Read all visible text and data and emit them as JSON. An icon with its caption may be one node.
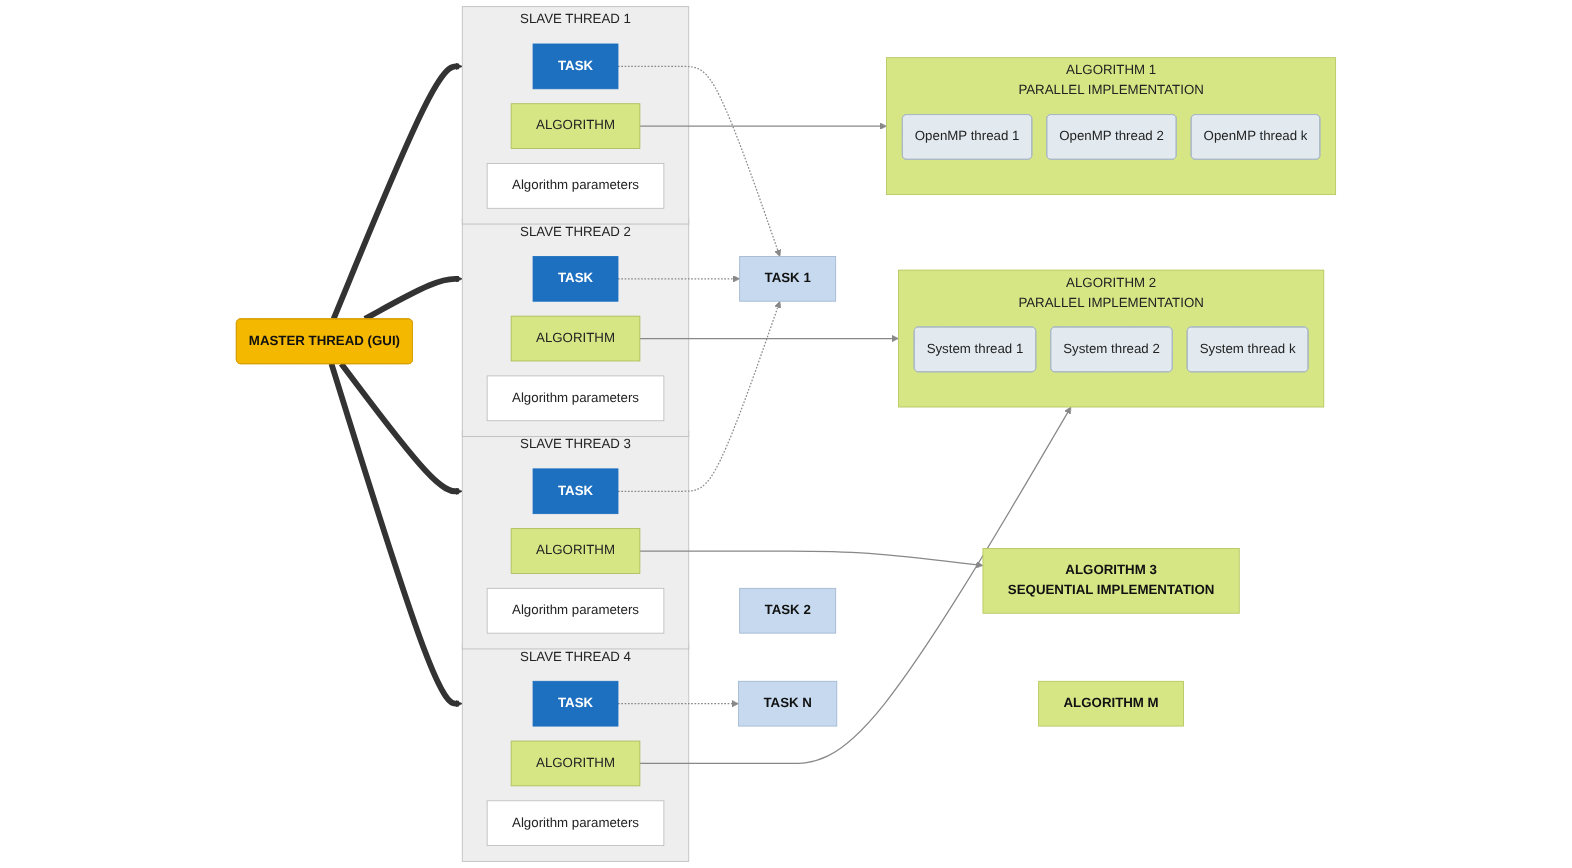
{
  "diagram": {
    "nodes": [
      {
        "text": [
          "MASTER THREAD (GUI)"
        ]
      },
      {
        "text": [
          "SLAVE THREAD 1"
        ]
      },
      {
        "text": [
          "TASK"
        ],
        "in": 1
      },
      {
        "text": [
          "ALGORITHM"
        ],
        "in": 1
      },
      {
        "text": [
          "Algorithm parameters"
        ],
        "in": 1
      },
      {
        "text": [
          "SLAVE THREAD 2"
        ]
      },
      {
        "text": [
          "TASK"
        ],
        "in": 5
      },
      {
        "text": [
          "ALGORITHM"
        ],
        "in": 5
      },
      {
        "text": [
          "Algorithm parameters"
        ],
        "in": 5
      },
      {
        "text": [
          "SLAVE THREAD 3"
        ]
      },
      {
        "text": [
          "TASK"
        ],
        "in": 9
      },
      {
        "text": [
          "ALGORITHM"
        ],
        "in": 9
      },
      {
        "text": [
          "Algorithm parameters"
        ],
        "in": 9
      },
      {
        "text": [
          "SLAVE THREAD 4"
        ]
      },
      {
        "text": [
          "TASK"
        ],
        "in": 13
      },
      {
        "text": [
          "ALGORITHM"
        ],
        "in": 13
      },
      {
        "text": [
          "Algorithm parameters"
        ],
        "in": 13
      },
      {
        "text": [
          "TASK 1"
        ]
      },
      {
        "text": [
          "TASK 2"
        ]
      },
      {
        "text": [
          "TASK N"
        ]
      },
      {
        "text": [
          "ALGORITHM 1",
          "PARALLEL IMPLEMENTATION"
        ]
      },
      {
        "text": [
          "OpenMP thread 1"
        ],
        "in": 20
      },
      {
        "text": [
          "OpenMP thread 2"
        ],
        "in": 20
      },
      {
        "text": [
          "OpenMP thread k"
        ],
        "in": 20
      },
      {
        "text": [
          "ALGORITHM 2",
          "PARALLEL IMPLEMENTATION"
        ]
      },
      {
        "text": [
          "System thread 1"
        ],
        "in": 24
      },
      {
        "text": [
          "System thread 2"
        ],
        "in": 24
      },
      {
        "text": [
          "System thread k"
        ],
        "in": 24
      },
      {
        "text": [
          "ALGORITHM 3",
          "SEQUENTIAL IMPLEMENTATION"
        ]
      },
      {
        "text": [
          "ALGORITHM M"
        ]
      }
    ],
    "edges": [
      {
        "from": 0,
        "to": 1,
        "arrow": "to",
        "style": "thick",
        "color": "#333333"
      },
      {
        "from": 0,
        "to": 5,
        "arrow": "to",
        "style": "thick",
        "color": "#333333"
      },
      {
        "from": 0,
        "to": 9,
        "arrow": "to",
        "style": "thick",
        "color": "#333333"
      },
      {
        "from": 0,
        "to": 13,
        "arrow": "to",
        "style": "thick",
        "color": "#333333"
      },
      {
        "from": 3,
        "to": 20,
        "arrow": "to"
      },
      {
        "from": 7,
        "to": 24,
        "arrow": "to"
      },
      {
        "from": 15,
        "to": 24,
        "arrow": "to"
      },
      {
        "from": 11,
        "to": 28,
        "arrow": "to"
      },
      {
        "from": 2,
        "to": 17,
        "arrow": "to",
        "style": "dashed"
      },
      {
        "from": 10,
        "to": 17,
        "arrow": "to",
        "style": "dashed"
      },
      {
        "from": 6,
        "to": 17,
        "arrow": "to",
        "style": "dashed"
      },
      {
        "from": 14,
        "to": 19,
        "arrow": "to",
        "style": "dashed"
      }
    ]
  }
}
